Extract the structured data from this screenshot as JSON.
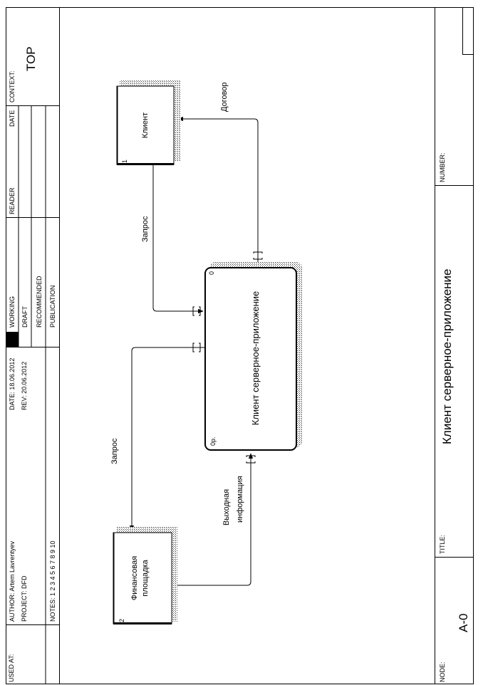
{
  "header": {
    "used_at_label": "USED AT:",
    "author": "AUTHOR:  Artem Lavrentyev",
    "project": "PROJECT:  DFD",
    "notes": "NOTES:  1  2  3  4  5  6  7  8  9  10",
    "date": "DATE:  18.06.2012",
    "rev": "REV:    20.06.2012",
    "status": {
      "working": "WORKING",
      "draft": "DRAFT",
      "recommended": "RECOMMENDED",
      "publication": "PUBLICATION"
    },
    "reader_label": "READER",
    "date_label": "DATE",
    "context_label": "CONTEXT:",
    "context_value": "TOP"
  },
  "footer": {
    "node_label": "NODE:",
    "node_value": "A-0",
    "title_label": "TITLE:",
    "title_value": "Клиент серверное-приложение",
    "number_label": "NUMBER:"
  },
  "diagram": {
    "process": {
      "name": "Клиент серверное-приложение",
      "id": "0",
      "cost": "0р."
    },
    "entities": [
      {
        "name": "Клиент",
        "number": "1"
      },
      {
        "name_line1": "Финансовая",
        "name_line2": "площадка",
        "number": "2"
      }
    ],
    "flows": {
      "request_client": "Запрос",
      "contract": "Договор",
      "request_fin": "Запрос",
      "output_line1": "Выходная",
      "output_line2": "информация"
    }
  }
}
